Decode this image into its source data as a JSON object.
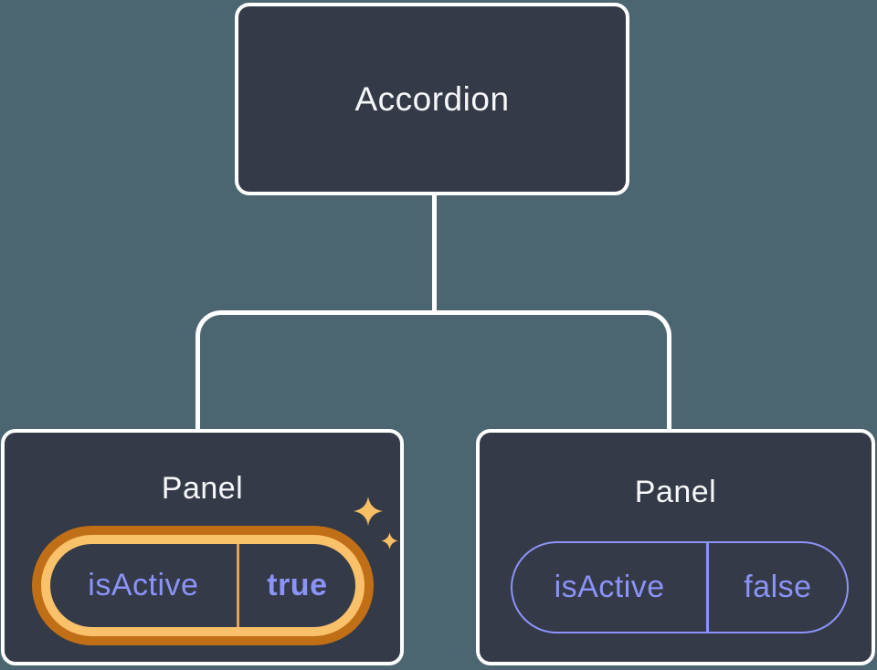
{
  "diagram": {
    "description": "React component tree showing state: Accordion parent with two Panel children",
    "root_node": {
      "label": "Accordion"
    },
    "panels": [
      {
        "label": "Panel",
        "prop_name": "isActive",
        "prop_value": "true",
        "active": true
      },
      {
        "label": "Panel",
        "prop_name": "isActive",
        "prop_value": "false",
        "active": false
      }
    ],
    "colors": {
      "background": "#4B6670",
      "node_fill": "#343A47",
      "node_border": "#FFFFFF",
      "connector": "#FFFFFF",
      "title_text": "#F6F7F9",
      "prop_text": "#8B93F8",
      "highlight_ring_outer": "#C16F17",
      "highlight_ring_inner": "#FAC16B",
      "highlight_divider": "#E3A24D",
      "sparkle": "#F8C065"
    }
  }
}
